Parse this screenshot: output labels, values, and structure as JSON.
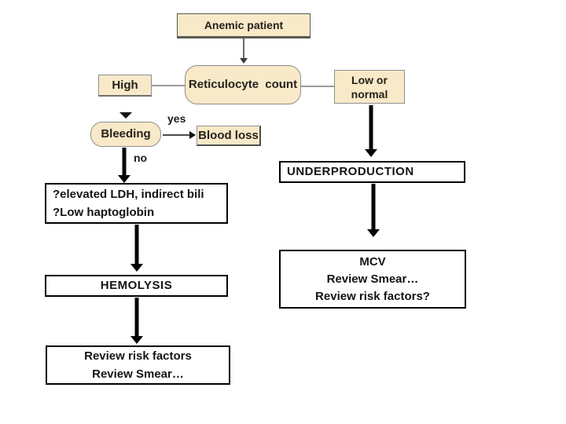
{
  "nodes": {
    "anemic_patient": {
      "label": "Anemic patient"
    },
    "reticulocyte": {
      "label": "Reticulocyte count"
    },
    "high": {
      "label": "High"
    },
    "low_normal": {
      "line1": "Low or",
      "line2": "normal"
    },
    "bleeding": {
      "label": "Bleeding"
    },
    "blood_loss": {
      "label": "Blood loss"
    },
    "underproduction": {
      "label": "UNDERPRODUCTION"
    },
    "ldh": {
      "line1": "?elevated LDH, indirect bili",
      "line2": "?Low haptoglobin"
    },
    "hemolysis": {
      "label": "HEMOLYSIS"
    },
    "review_left": {
      "line1": "Review risk factors",
      "line2": "Review Smear…"
    },
    "mcv": {
      "line1": "MCV",
      "line2": "Review Smear…",
      "line3": "Review risk factors?"
    }
  },
  "edge_labels": {
    "yes": "yes",
    "no": "no"
  },
  "colors": {
    "node_fill_cream": "#f8e9c8",
    "node_border_gray": "#8f8f8f",
    "outcome_border_black": "#000000",
    "arrow_black": "#050505",
    "connector_gray": "#9a9a9a",
    "background": "#ffffff"
  }
}
